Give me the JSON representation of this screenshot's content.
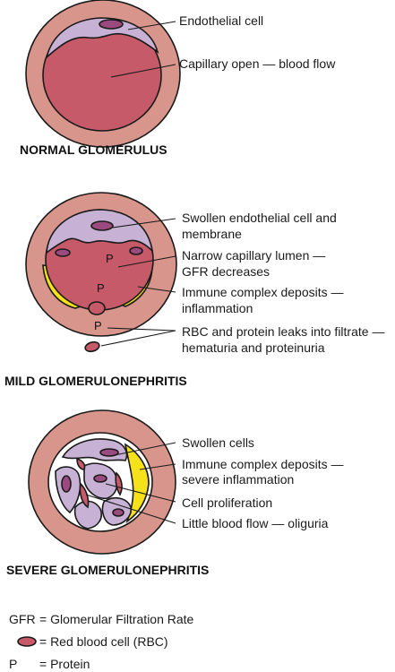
{
  "colors": {
    "outer_wall": "#d8958c",
    "capillary": "#c75a68",
    "endothelium": "#c7b2d6",
    "nucleus": "#9a4a7e",
    "deposit": "#f5e21a",
    "outline": "#1a1a1a"
  },
  "normal": {
    "title": "NORMAL GLOMERULUS",
    "label_endothelial": "Endothelial cell",
    "label_capillary": "Capillary open — blood flow"
  },
  "mild": {
    "title": "MILD GLOMERULONEPHRITIS",
    "protein_marker_1": "P",
    "protein_marker_2": "P",
    "protein_marker_3": "P",
    "label_swollen_1": "Swollen endothelial cell and",
    "label_swollen_2": "membrane",
    "label_lumen_1": "Narrow capillary lumen —",
    "label_lumen_2": "GFR decreases",
    "label_immune_1": "Immune complex deposits —",
    "label_immune_2": "inflammation",
    "label_leak_1": "RBC and protein leaks into filtrate —",
    "label_leak_2": "hematuria and proteinuria"
  },
  "severe": {
    "title": "SEVERE GLOMERULONEPHRITIS",
    "label_swollen": "Swollen cells",
    "label_immune_1": "Immune complex deposits —",
    "label_immune_2": "severe inflammation",
    "label_prolif": "Cell proliferation",
    "label_flow": "Little blood flow — oliguria"
  },
  "legend": {
    "gfr_key": "GFR",
    "gfr_text": "= Glomerular Filtration Rate",
    "rbc_text": "= Red blood cell (RBC)",
    "p_key": "P",
    "p_text": "= Protein"
  }
}
